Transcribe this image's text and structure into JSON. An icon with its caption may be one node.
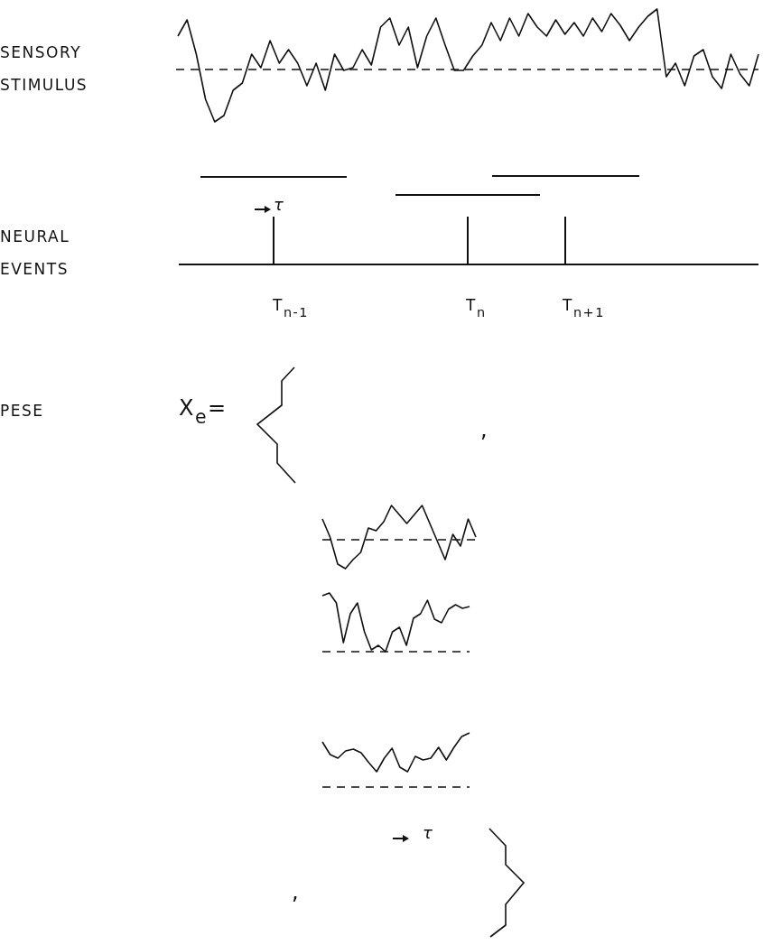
{
  "diagram": {
    "labels": [
      "SENSORY STIMULUS",
      "τ",
      "NEURAL EVENTS",
      "T$_{n-1}$",
      "T$_{n}$",
      "T$_{n+1}$",
      "PESE",
      "X$_{e}$=",
      ",",
      "τ",
      ","
    ]
  }
}
